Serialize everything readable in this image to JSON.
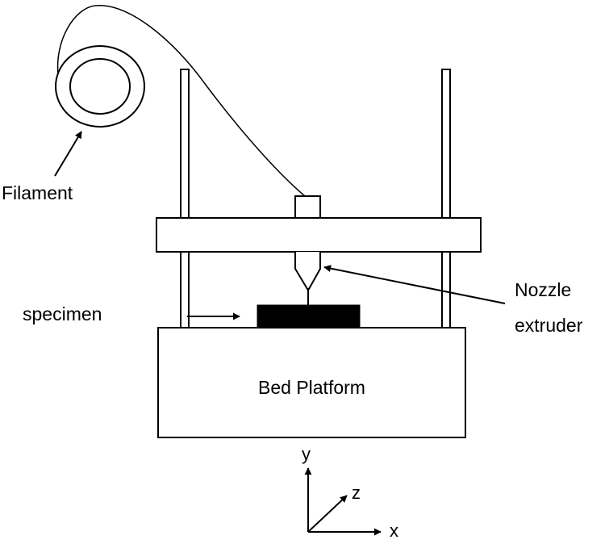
{
  "labels": {
    "filament": "Filament",
    "nozzle_line1": "Nozzle",
    "nozzle_line2": "extruder",
    "specimen": "specimen",
    "bed_platform": "Bed Platform"
  },
  "axes": {
    "y": "y",
    "z": "z",
    "x": "x"
  },
  "colors": {
    "stroke": "#000000",
    "specimen_fill": "#000000",
    "background": "#ffffff"
  }
}
